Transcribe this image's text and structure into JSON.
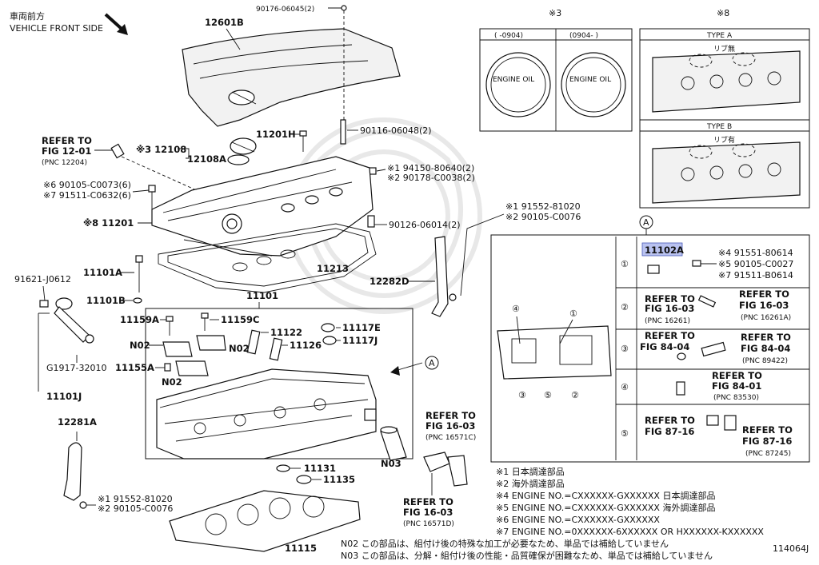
{
  "header": {
    "front_jp": "車両前方",
    "front_en": "VEHICLE FRONT SIDE"
  },
  "diagram_id": "114064J",
  "callouts": {
    "p12601B": "12601B",
    "p90176": "90176-06045(2)",
    "refer_12_l1": "REFER TO",
    "refer_12_l2": "FIG 12-01",
    "refer_12_pnc": "(PNC 12204)",
    "p12108": "※3 12108",
    "p12108A": "12108A",
    "p11201H": "11201H",
    "p90116": "90116-06048(2)",
    "p94150": "※1 94150-80640(2)",
    "p90178": "※2 90178-C0038(2)",
    "p90105_6": "※6 90105-C0073(6)",
    "p91511_6": "※7 91511-C0632(6)",
    "p11201": "※8 11201",
    "p91552_top": "※1 91552-81020",
    "p90105_top": "※2 90105-C0076",
    "p90126": "90126-06014(2)",
    "p11213": "11213",
    "p12282D": "12282D",
    "p11101A": "11101A",
    "p91621": "91621-J0612",
    "p11101B": "11101B",
    "p11101": "11101",
    "p11159A": "11159A",
    "p11159C": "11159C",
    "p11122": "11122",
    "p11117E": "11117E",
    "p11117J": "11117J",
    "p11126": "11126",
    "n02a": "N02",
    "n02b": "N02",
    "n02c": "N02",
    "p11155A": "11155A",
    "pG1917": "G1917-32010",
    "p11101J": "11101J",
    "p12281A": "12281A",
    "p91552_bot": "※1 91552-81020",
    "p90105_bot": "※2 90105-C0076",
    "p11131": "11131",
    "p11135": "11135",
    "p11115": "11115",
    "n03": "N03",
    "refer_1603a_l1": "REFER TO",
    "refer_1603a_l2": "FIG 16-03",
    "refer_1603a_pnc": "(PNC 16571C)",
    "refer_1603b_l1": "REFER TO",
    "refer_1603b_l2": "FIG 16-03",
    "refer_1603b_pnc": "(PNC 16571D)",
    "circle_a": "A"
  },
  "panel3": {
    "mark": "※3",
    "col1": "(     -0904)",
    "col2": "(0904-     )",
    "cap_text": "ENGINE OIL"
  },
  "panel8": {
    "mark": "※8",
    "type_a": "TYPE A",
    "type_b": "TYPE B",
    "rib_a": "リブ無",
    "rib_b": "リブ有"
  },
  "detail": {
    "mark": "A",
    "row1": {
      "num": "①",
      "part": "11102A",
      "l1": "※4 91551-80614",
      "l2": "※5 90105-C0027",
      "l3": "※7 91511-B0614"
    },
    "row2": {
      "num": "②",
      "a1": "REFER TO",
      "a2": "FIG 16-03",
      "a3": "(PNC 16261)",
      "b1": "REFER TO",
      "b2": "FIG 16-03",
      "b3": "(PNC 16261A)"
    },
    "row3": {
      "num": "③",
      "a1": "REFER TO",
      "a2": "FIG 84-04",
      "b1": "REFER TO",
      "b2": "FIG 84-04",
      "b3": "(PNC 89422)"
    },
    "row4": {
      "num": "④",
      "a1": "REFER TO",
      "a2": "FIG 84-01",
      "a3": "(PNC 83530)"
    },
    "row5": {
      "num": "⑤",
      "a1": "REFER TO",
      "a2": "FIG 87-16",
      "b1": "REFER TO",
      "b2": "FIG 87-16",
      "b3": "(PNC 87245)"
    },
    "head_nums": [
      "④",
      "①",
      "③",
      "⑤",
      "②"
    ]
  },
  "notes": [
    "※1 日本調達部品",
    "※2 海外調達部品",
    "※4 ENGINE NO.=CXXXXXX-GXXXXXX 日本調達部品",
    "※5 ENGINE NO.=CXXXXXX-GXXXXXX 海外調達部品",
    "※6 ENGINE NO.=CXXXXXX-GXXXXXX",
    "※7 ENGINE NO.=0XXXXXX-6XXXXXX OR HXXXXXX-KXXXXXX",
    "N02  この部品は、組付け後の特殊な加工が必要なため、単品では補給していません",
    "N03  この部品は、分解・組付け後の性能・品質確保が困難なため、単品では補給していません"
  ]
}
